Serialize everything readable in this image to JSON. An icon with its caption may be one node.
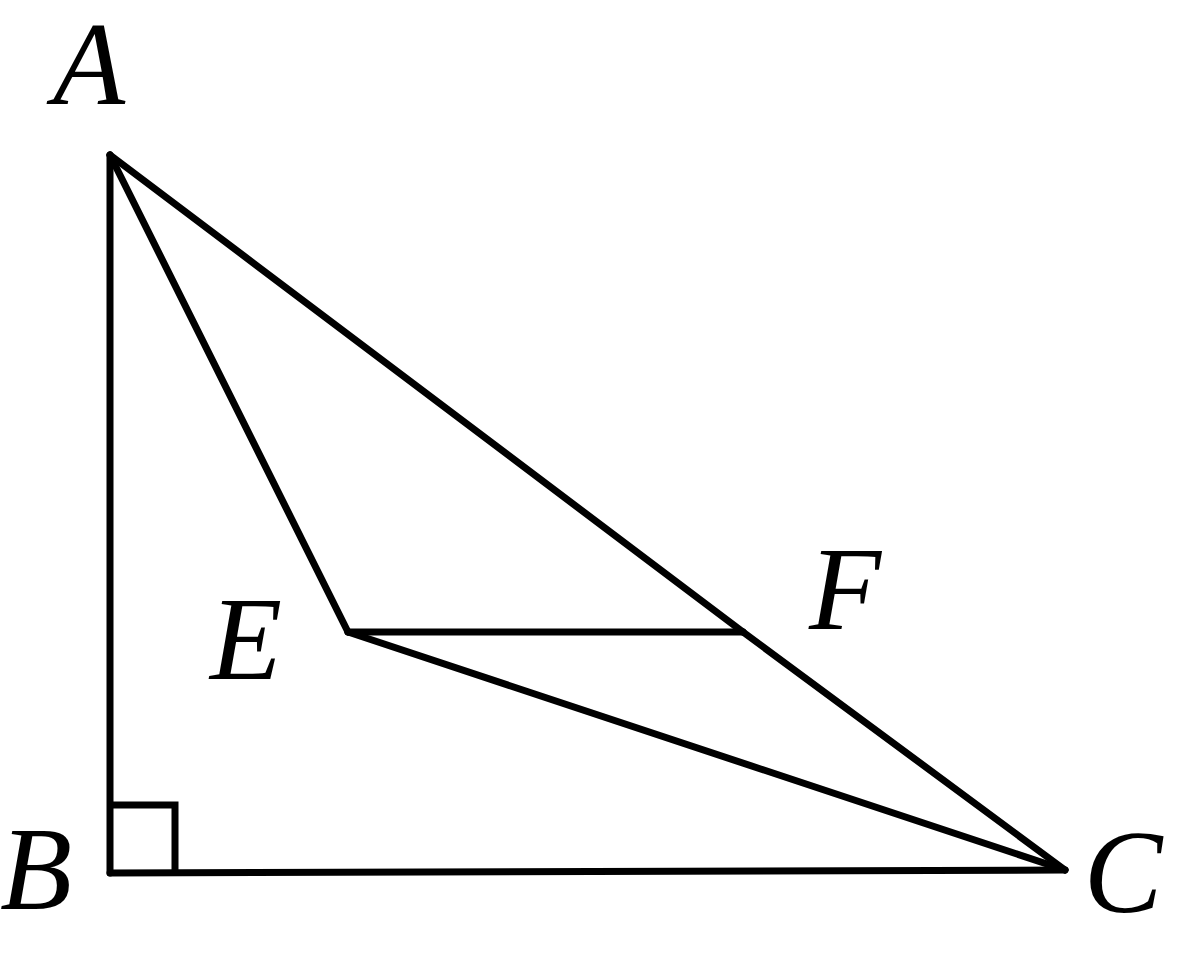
{
  "diagram": {
    "nodes": [
      {
        "text": [
          "A"
        ]
      },
      {
        "text": [
          "B"
        ]
      },
      {
        "text": [
          "C"
        ]
      },
      {
        "text": [
          "E"
        ]
      },
      {
        "text": [
          "F"
        ]
      }
    ],
    "edges": [
      {
        "from": 0,
        "to": 1,
        "arrow": "none"
      },
      {
        "from": 1,
        "to": 2,
        "arrow": "none"
      },
      {
        "from": 0,
        "to": 4,
        "arrow": "none"
      },
      {
        "from": 4,
        "to": 2,
        "arrow": "none"
      },
      {
        "from": 0,
        "to": 3,
        "arrow": "none"
      },
      {
        "from": 3,
        "to": 4,
        "arrow": "none"
      },
      {
        "from": 3,
        "to": 2,
        "arrow": "none"
      }
    ]
  }
}
